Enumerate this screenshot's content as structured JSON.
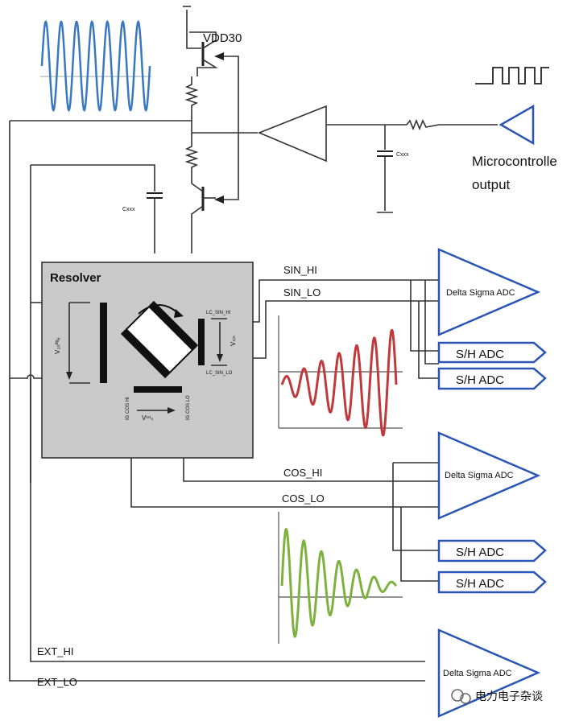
{
  "labels": {
    "vdd": "VDD30",
    "mcu_line1": "Microcontrolle",
    "mcu_line2": "output",
    "cap_left": "Cxxx",
    "cap_right": "Cxxx",
    "resolver_title": "Resolver",
    "v_bridge": "V₂ᵣᵢᵈᵍₑ",
    "v_sin": "Vₛᵢₙ",
    "v_cos": "Vᶜᵒₛ",
    "lc_sin_hi": "LC_SIN_HI",
    "lc_sin_lo": "LC_SIN_LO",
    "lc_cos_hi": "IG COS HI",
    "lc_cos_lo": "IG COS LO",
    "sin_hi": "SIN_HI",
    "sin_lo": "SIN_LO",
    "cos_hi": "COS_HI",
    "cos_lo": "COS_LO",
    "ext_hi": "EXT_HI",
    "ext_lo": "EXT_LO",
    "watermark": "电力电子杂谈"
  },
  "adcs": {
    "delta_sigma": "Delta Sigma ADC",
    "sh": "S/H ADC"
  },
  "colors": {
    "blue_wave": "#3a78c2",
    "red_wave": "#c0393b",
    "green_wave": "#7fb13f",
    "adc_outline": "#2b55b5",
    "resolver_fill": "#c9c9c9"
  }
}
